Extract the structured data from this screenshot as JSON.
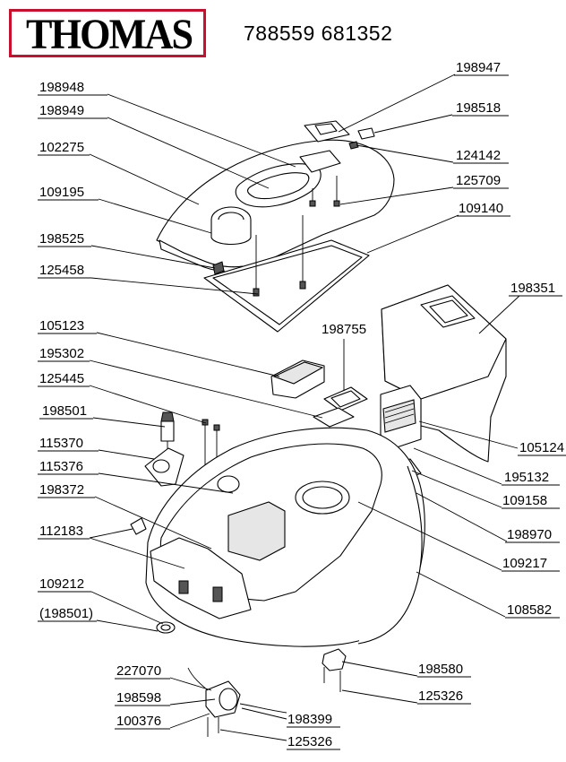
{
  "brand": "THOMAS",
  "doc_number": "788559 681352",
  "callouts": [
    {
      "id": "c01",
      "label": "198947"
    },
    {
      "id": "c02",
      "label": "198948"
    },
    {
      "id": "c03",
      "label": "198518"
    },
    {
      "id": "c04",
      "label": "198949"
    },
    {
      "id": "c05",
      "label": "102275"
    },
    {
      "id": "c06",
      "label": "124142"
    },
    {
      "id": "c07",
      "label": "125709"
    },
    {
      "id": "c08",
      "label": "109195"
    },
    {
      "id": "c09",
      "label": "109140"
    },
    {
      "id": "c10",
      "label": "198525"
    },
    {
      "id": "c11",
      "label": "125458"
    },
    {
      "id": "c12",
      "label": "198351"
    },
    {
      "id": "c13",
      "label": "105123"
    },
    {
      "id": "c14",
      "label": "198755"
    },
    {
      "id": "c15",
      "label": "195302"
    },
    {
      "id": "c16",
      "label": "125445"
    },
    {
      "id": "c17",
      "label": "198501"
    },
    {
      "id": "c18",
      "label": "105124"
    },
    {
      "id": "c19",
      "label": "115370"
    },
    {
      "id": "c20",
      "label": "115376"
    },
    {
      "id": "c21",
      "label": "195132"
    },
    {
      "id": "c22",
      "label": "198372"
    },
    {
      "id": "c23",
      "label": "109158"
    },
    {
      "id": "c24",
      "label": "112183"
    },
    {
      "id": "c25",
      "label": "198970"
    },
    {
      "id": "c26",
      "label": "109217"
    },
    {
      "id": "c27",
      "label": "109212"
    },
    {
      "id": "c28",
      "label": "108582"
    },
    {
      "id": "c29",
      "label": "(198501)"
    },
    {
      "id": "c30",
      "label": "198580"
    },
    {
      "id": "c31",
      "label": "227070"
    },
    {
      "id": "c32",
      "label": "125326"
    },
    {
      "id": "c33",
      "label": "198598"
    },
    {
      "id": "c34",
      "label": "198399"
    },
    {
      "id": "c35",
      "label": "100376"
    },
    {
      "id": "c36",
      "label": "125326"
    }
  ]
}
